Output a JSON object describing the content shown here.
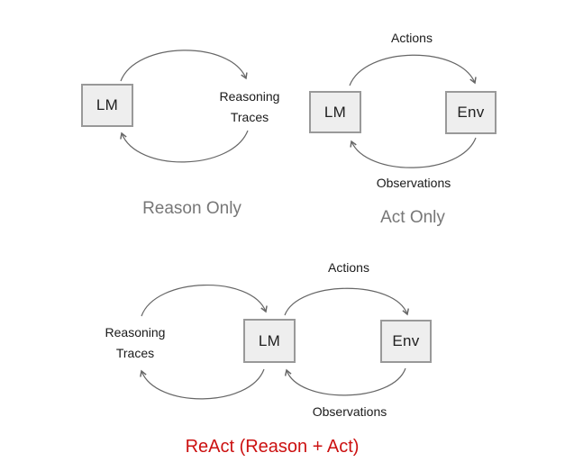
{
  "colors": {
    "background": "#ffffff",
    "box_fill": "#eeeeee",
    "box_border": "#999999",
    "arrow_gray": "#666666",
    "caption_gray": "#777777",
    "label_dark": "#1a1a1a",
    "title_red": "#cc1111"
  },
  "diagrams": {
    "reason_only": {
      "caption": "Reason Only",
      "lm_label": "LM",
      "reasoning_line1": "Reasoning",
      "reasoning_line2": "Traces",
      "edges": [
        {
          "from": "LM",
          "to": "Reasoning Traces",
          "position": "top"
        },
        {
          "from": "Reasoning Traces",
          "to": "LM",
          "position": "bottom"
        }
      ]
    },
    "act_only": {
      "caption": "Act Only",
      "lm_label": "LM",
      "env_label": "Env",
      "actions_label": "Actions",
      "observations_label": "Observations",
      "edges": [
        {
          "from": "LM",
          "to": "Env",
          "label": "Actions",
          "position": "top"
        },
        {
          "from": "Env",
          "to": "LM",
          "label": "Observations",
          "position": "bottom"
        }
      ]
    },
    "react": {
      "title": "ReAct (Reason + Act)",
      "lm_label": "LM",
      "env_label": "Env",
      "actions_label": "Actions",
      "observations_label": "Observations",
      "reasoning_line1": "Reasoning",
      "reasoning_line2": "Traces",
      "edges": [
        {
          "from": "Reasoning Traces",
          "to": "LM",
          "position": "left-top"
        },
        {
          "from": "LM",
          "to": "Reasoning Traces",
          "position": "left-bottom"
        },
        {
          "from": "LM",
          "to": "Env",
          "label": "Actions",
          "position": "right-top"
        },
        {
          "from": "Env",
          "to": "LM",
          "label": "Observations",
          "position": "right-bottom"
        }
      ]
    }
  }
}
